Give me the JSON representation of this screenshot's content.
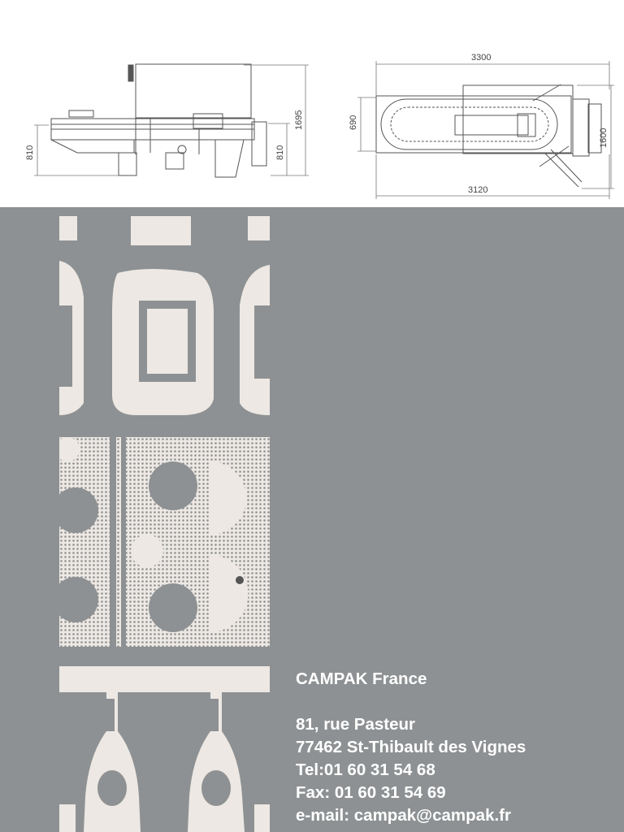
{
  "drawings": {
    "side_view": {
      "overall_height": "1695",
      "left_height": "810",
      "right_height": "810"
    },
    "top_view": {
      "overall_length": "3300",
      "base_length": "3120",
      "width": "690",
      "overall_width": "1600"
    }
  },
  "contact": {
    "company": "CAMPAK France",
    "street": "81, rue Pasteur",
    "city": "77462 St-Thibault des Vignes",
    "tel": "Tel:01 60 31 54 68",
    "fax": "Fax: 01 60 31 54 69",
    "email": "e-mail: campak@campak.fr"
  },
  "colors": {
    "background": "#8e9193",
    "photo_light": "#ede8e3",
    "text": "#ffffff"
  }
}
